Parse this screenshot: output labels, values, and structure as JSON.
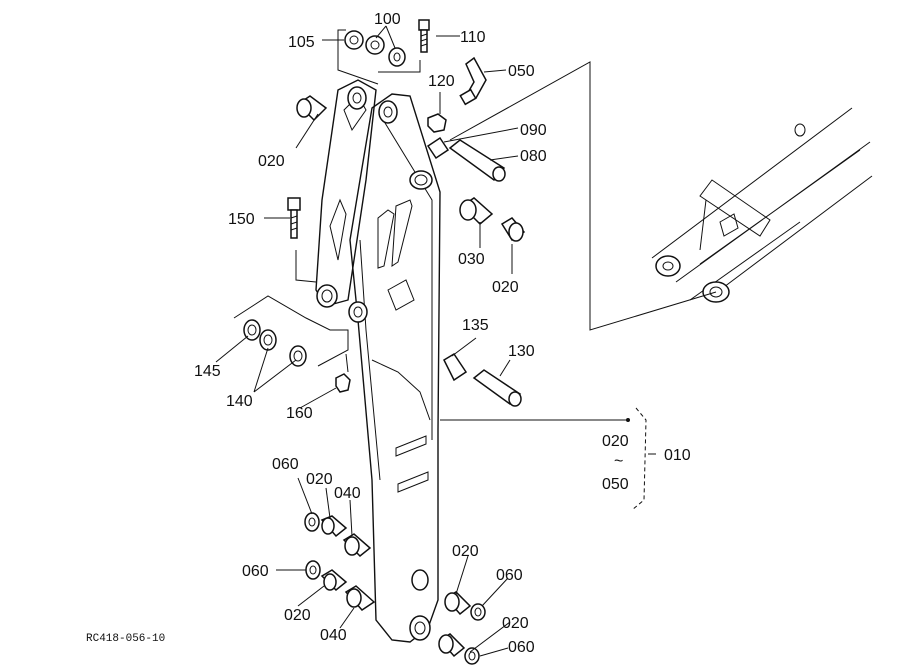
{
  "diagram_code": "RC418-056-10",
  "parts": [
    {
      "id": "p105",
      "label": "105"
    },
    {
      "id": "p100",
      "label": "100"
    },
    {
      "id": "p110",
      "label": "110"
    },
    {
      "id": "p050",
      "label": "050"
    },
    {
      "id": "p120",
      "label": "120"
    },
    {
      "id": "p090",
      "label": "090"
    },
    {
      "id": "p080",
      "label": "080"
    },
    {
      "id": "p020a",
      "label": "020"
    },
    {
      "id": "p150",
      "label": "150"
    },
    {
      "id": "p030",
      "label": "030"
    },
    {
      "id": "p020b",
      "label": "020"
    },
    {
      "id": "p135",
      "label": "135"
    },
    {
      "id": "p130",
      "label": "130"
    },
    {
      "id": "p145",
      "label": "145"
    },
    {
      "id": "p140",
      "label": "140"
    },
    {
      "id": "p160",
      "label": "160"
    },
    {
      "id": "p020c",
      "label": "020"
    },
    {
      "id": "p050b",
      "label": "050"
    },
    {
      "id": "p010",
      "label": "010"
    },
    {
      "id": "p060a",
      "label": "060"
    },
    {
      "id": "p020d",
      "label": "020"
    },
    {
      "id": "p040a",
      "label": "040"
    },
    {
      "id": "p060b",
      "label": "060"
    },
    {
      "id": "p020e",
      "label": "020"
    },
    {
      "id": "p040b",
      "label": "040"
    },
    {
      "id": "p020f",
      "label": "020"
    },
    {
      "id": "p060c",
      "label": "060"
    },
    {
      "id": "p020g",
      "label": "020"
    },
    {
      "id": "p060d",
      "label": "060"
    }
  ],
  "range_separator": "~"
}
